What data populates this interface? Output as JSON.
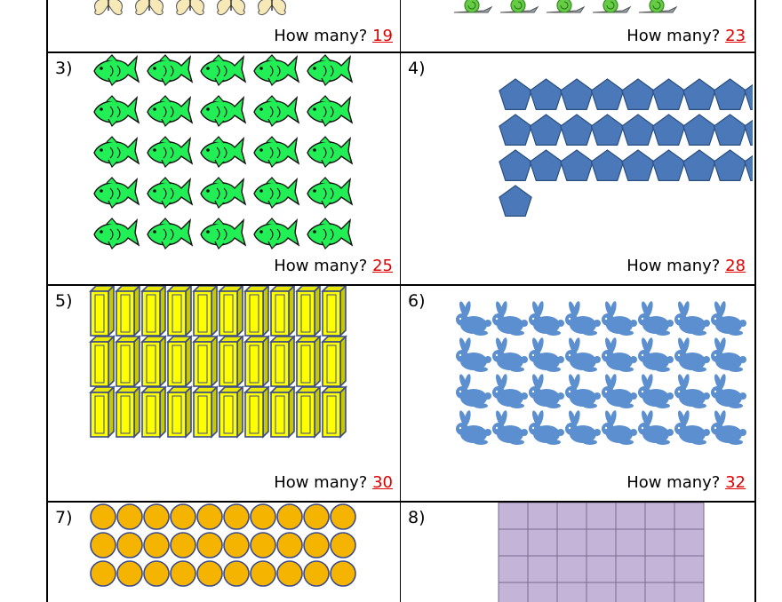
{
  "problems": [
    {
      "number": "",
      "question": "How many?",
      "answer": "19",
      "icon": "butterfly-icon"
    },
    {
      "number": "",
      "question": "How many?",
      "answer": "23",
      "icon": "snail-icon"
    },
    {
      "number": "3)",
      "question": "How many?",
      "answer": "25",
      "icon": "fish-icon",
      "color": "#22ee55"
    },
    {
      "number": "4)",
      "question": "How many?",
      "answer": "28",
      "icon": "pentagon-icon",
      "color": "#4a78b8"
    },
    {
      "number": "5)",
      "question": "How many?",
      "answer": "30",
      "icon": "yellow-block-icon",
      "color": "#ffff00"
    },
    {
      "number": "6)",
      "question": "How many?",
      "answer": "32",
      "icon": "rabbit-icon",
      "color": "#5b8fcf"
    },
    {
      "number": "7)",
      "question": "",
      "answer": "",
      "icon": "orange-circle-icon",
      "color": "#f5b400"
    },
    {
      "number": "8)",
      "question": "",
      "answer": "",
      "icon": "purple-square-icon",
      "color": "#c4b4d8"
    }
  ]
}
